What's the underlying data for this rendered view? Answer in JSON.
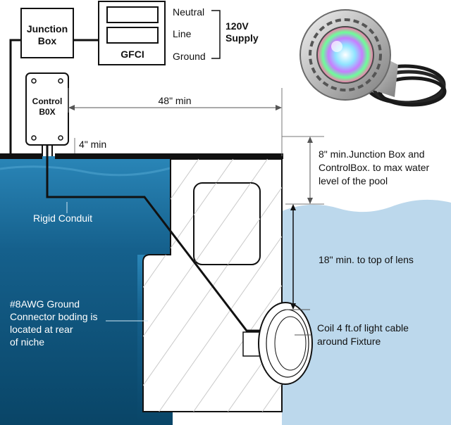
{
  "junction_box": {
    "line1": "Junction",
    "line2": "Box"
  },
  "gfci": {
    "label": "GFCI"
  },
  "supply": {
    "neutral": "Neutral",
    "line": "Line",
    "ground": "Ground",
    "title1": "120V",
    "title2": "Supply"
  },
  "control_box": {
    "line1": "Control",
    "line2": "B0X"
  },
  "dimensions": {
    "min_48": "48\" min",
    "min_4": "4\" min",
    "min_8_line1": "8\" min.Junction Box and",
    "min_8_line2": "ControlBox. to max water",
    "min_8_line3": "level of the pool",
    "min_18": "18\" min. to top of lens"
  },
  "labels": {
    "rigid_conduit": "Rigid Conduit",
    "ground_line1": "#8AWG Ground",
    "ground_line2": "Connector boding is",
    "ground_line3": "located at rear",
    "ground_line4": "of niche",
    "coil_line1": "Coil 4 ft.of light cable",
    "coil_line2": "around Fixture"
  },
  "colors": {
    "pool_water_top": "#1c6f9c",
    "pool_water_bottom": "#0a4a6e",
    "outside_water": "#b9d6ea",
    "line": "#111111"
  }
}
